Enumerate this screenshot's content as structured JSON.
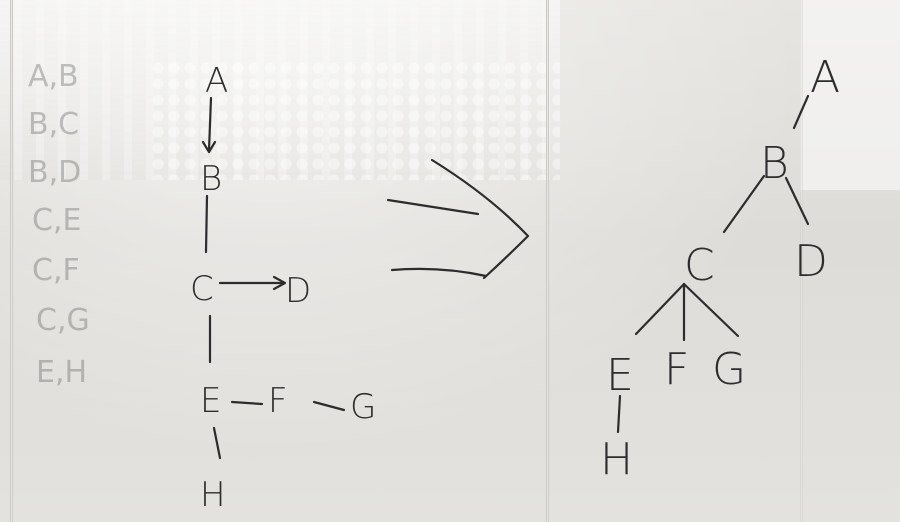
{
  "pairs_list": [
    "A,B",
    "B,C",
    "B,D",
    "C,E",
    "C,F",
    "C,G",
    "E,H"
  ],
  "chain_diagram": {
    "nodes": {
      "a": "A",
      "b": "B",
      "c": "C",
      "d": "D",
      "e": "E",
      "f": "F",
      "g": "G",
      "h": "H"
    }
  },
  "tree_diagram": {
    "nodes": {
      "a": "A",
      "b": "B",
      "c": "C",
      "d": "D",
      "e": "E",
      "f": "F",
      "g": "G",
      "h": "H"
    }
  },
  "colors": {
    "ink": "#2c2c2c",
    "board": "#e2e1dd"
  }
}
